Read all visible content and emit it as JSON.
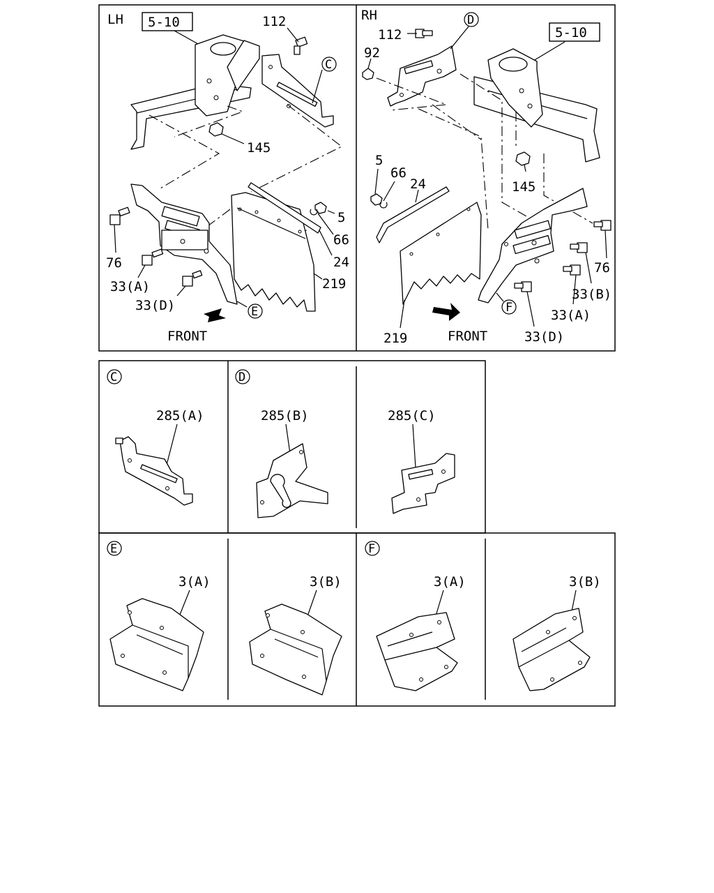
{
  "panels": {
    "lh": {
      "side": "LH",
      "ref": "5-10",
      "callouts": [
        "112",
        "145",
        "5",
        "66",
        "24",
        "219",
        "76",
        "33(A)",
        "33(D)"
      ],
      "circles": [
        "C",
        "E"
      ],
      "front": "FRONT"
    },
    "rh": {
      "side": "RH",
      "ref": "5-10",
      "callouts": [
        "112",
        "92",
        "5",
        "66",
        "24",
        "145",
        "76",
        "33(B)",
        "33(A)",
        "219",
        "33(D)"
      ],
      "circles": [
        "D",
        "F"
      ],
      "front": "FRONT"
    }
  },
  "details_row1": [
    {
      "circle": "C",
      "part": "285(A)"
    },
    {
      "circle": "D",
      "part": "285(B)"
    },
    {
      "circle": "",
      "part": "285(C)"
    }
  ],
  "details_row2": [
    {
      "circle": "E",
      "part": "3(A)"
    },
    {
      "circle": "",
      "part": "3(B)"
    },
    {
      "circle": "F",
      "part": "3(A)"
    },
    {
      "circle": "",
      "part": "3(B)"
    }
  ]
}
